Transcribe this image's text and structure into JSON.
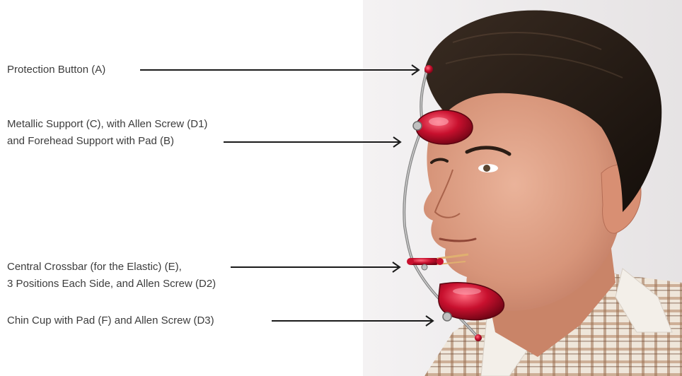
{
  "labels": {
    "a": "Protection Button (A)",
    "c_line1": "Metallic Support (C), with Allen Screw (D1)",
    "c_line2": "and Forehead Support with Pad (B)",
    "e_line1": "Central Crossbar (for the Elastic) (E),",
    "e_line2": "3 Positions Each Side, and Allen Screw (D2)",
    "f": "Chin Cup with Pad (F) and Allen Screw (D3)"
  },
  "colors": {
    "text": "#3c3c3c",
    "arrow": "#1a1a1a",
    "pad_red": "#c8102e",
    "metal": "#8a8a8a",
    "hair": "#1e1712",
    "skin": "#d99a7c",
    "background_right": "#ece9ea"
  }
}
